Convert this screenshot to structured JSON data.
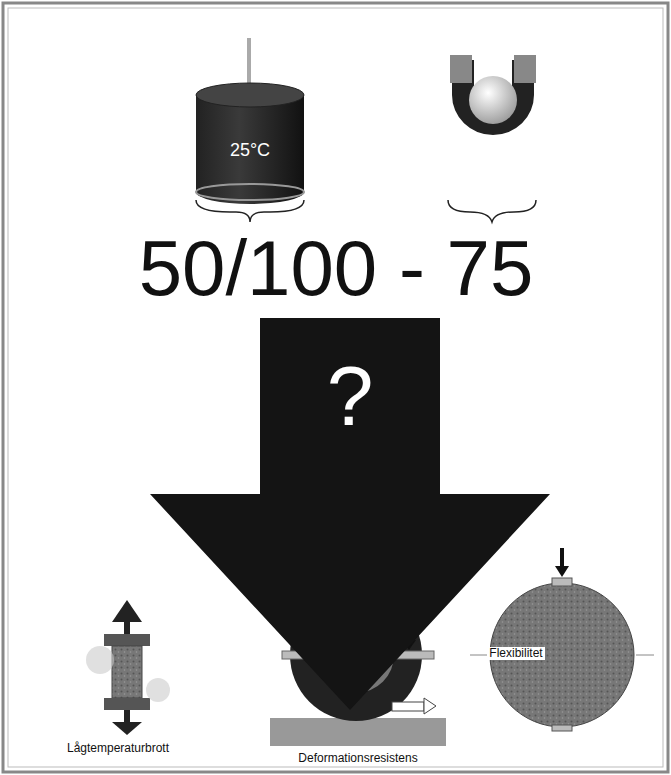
{
  "diagram": {
    "nodes": [
      {
        "text": [
          "25°C"
        ]
      },
      {
        "text": [
          "?"
        ]
      }
    ],
    "labels": [
      "50/100 - 75",
      "Lågtemperaturbrott",
      "Deformationsresistens",
      "Flexibilitet"
    ]
  }
}
